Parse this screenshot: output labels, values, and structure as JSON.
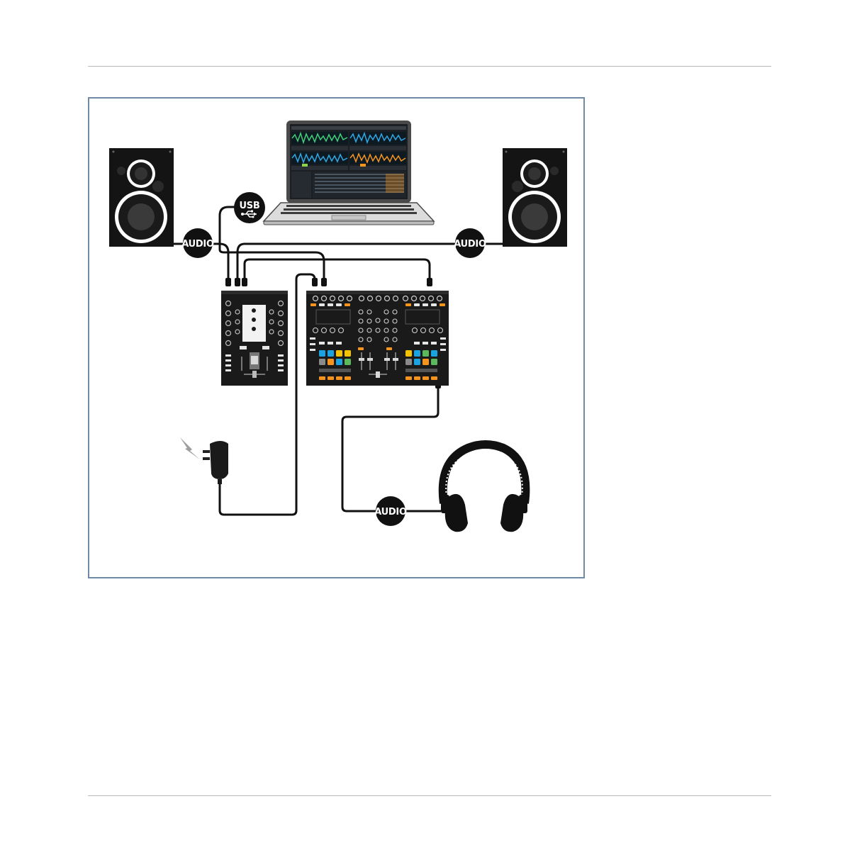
{
  "diagram": {
    "badges": {
      "usb": "USB",
      "audio_left": "AUDIO",
      "audio_right": "AUDIO",
      "audio_headphones": "AUDIO"
    },
    "colors": {
      "frame": "#6f8aa6",
      "cable": "#111111",
      "device_body": "#1a1a1a",
      "pad_blue": "#1aa3e0",
      "pad_yellow": "#f2c200",
      "pad_green": "#5cb85c",
      "pad_grey": "#8a8a8a",
      "button_orange": "#f7941d",
      "power_bolt": "#9e9e9e"
    }
  }
}
